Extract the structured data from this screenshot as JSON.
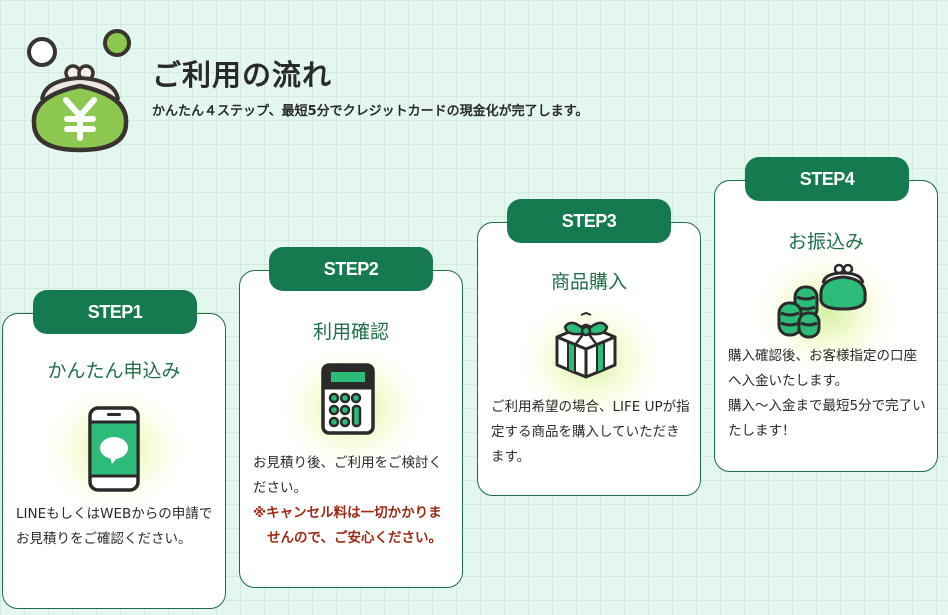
{
  "header": {
    "title": "ご利用の流れ",
    "subtitle": "かんたん４ステップ、最短5分でクレジットカードの現金化が完了します。",
    "icon": "coin-purse-yen-icon"
  },
  "colors": {
    "brand_green": "#167a50",
    "title_green": "#1f6f4b",
    "accent_mint": "#2dbb7a",
    "note_red": "#9c2a14",
    "background": "#e3f7ee"
  },
  "steps": [
    {
      "badge": "STEP1",
      "title": "かんたん申込み",
      "icon": "smartphone-chat-icon",
      "description": "LINEもしくはWEBからの申請でお見積りをご確認ください。"
    },
    {
      "badge": "STEP2",
      "title": "利用確認",
      "icon": "calculator-icon",
      "description": "お見積り後、ご利用をご検討ください。",
      "note": "※キャンセル料は一切かかりませんので、ご安心ください。"
    },
    {
      "badge": "STEP3",
      "title": "商品購入",
      "icon": "gift-box-icon",
      "description": "ご利用希望の場合、LIFE UPが指定する商品を購入していただきます。"
    },
    {
      "badge": "STEP4",
      "title": "お振込み",
      "icon": "coins-and-purse-icon",
      "description_lines": [
        "購入確認後、お客様指定の口座へ入金いたします。",
        "購入～入金まで最短5分で完了いたします！"
      ]
    }
  ]
}
